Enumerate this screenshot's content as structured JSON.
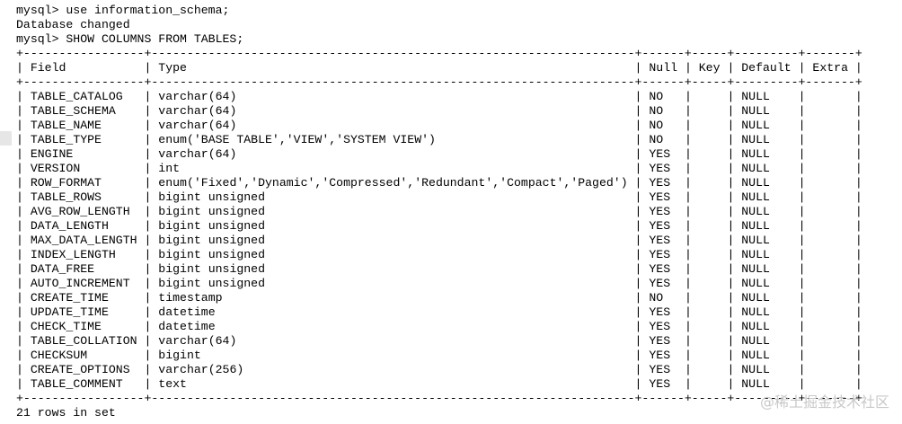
{
  "console": {
    "commands": [
      "mysql> use information_schema;",
      "Database changed",
      "mysql> SHOW COLUMNS FROM TABLES;"
    ],
    "footer": "21 rows in set"
  },
  "table": {
    "columns": [
      "Field",
      "Type",
      "Null",
      "Key",
      "Default",
      "Extra"
    ],
    "rows": [
      [
        "TABLE_CATALOG",
        "varchar(64)",
        "NO",
        "",
        "NULL",
        ""
      ],
      [
        "TABLE_SCHEMA",
        "varchar(64)",
        "NO",
        "",
        "NULL",
        ""
      ],
      [
        "TABLE_NAME",
        "varchar(64)",
        "NO",
        "",
        "NULL",
        ""
      ],
      [
        "TABLE_TYPE",
        "enum('BASE TABLE','VIEW','SYSTEM VIEW')",
        "NO",
        "",
        "NULL",
        ""
      ],
      [
        "ENGINE",
        "varchar(64)",
        "YES",
        "",
        "NULL",
        ""
      ],
      [
        "VERSION",
        "int",
        "YES",
        "",
        "NULL",
        ""
      ],
      [
        "ROW_FORMAT",
        "enum('Fixed','Dynamic','Compressed','Redundant','Compact','Paged')",
        "YES",
        "",
        "NULL",
        ""
      ],
      [
        "TABLE_ROWS",
        "bigint unsigned",
        "YES",
        "",
        "NULL",
        ""
      ],
      [
        "AVG_ROW_LENGTH",
        "bigint unsigned",
        "YES",
        "",
        "NULL",
        ""
      ],
      [
        "DATA_LENGTH",
        "bigint unsigned",
        "YES",
        "",
        "NULL",
        ""
      ],
      [
        "MAX_DATA_LENGTH",
        "bigint unsigned",
        "YES",
        "",
        "NULL",
        ""
      ],
      [
        "INDEX_LENGTH",
        "bigint unsigned",
        "YES",
        "",
        "NULL",
        ""
      ],
      [
        "DATA_FREE",
        "bigint unsigned",
        "YES",
        "",
        "NULL",
        ""
      ],
      [
        "AUTO_INCREMENT",
        "bigint unsigned",
        "YES",
        "",
        "NULL",
        ""
      ],
      [
        "CREATE_TIME",
        "timestamp",
        "NO",
        "",
        "NULL",
        ""
      ],
      [
        "UPDATE_TIME",
        "datetime",
        "YES",
        "",
        "NULL",
        ""
      ],
      [
        "CHECK_TIME",
        "datetime",
        "YES",
        "",
        "NULL",
        ""
      ],
      [
        "TABLE_COLLATION",
        "varchar(64)",
        "YES",
        "",
        "NULL",
        ""
      ],
      [
        "CHECKSUM",
        "bigint",
        "YES",
        "",
        "NULL",
        ""
      ],
      [
        "CREATE_OPTIONS",
        "varchar(256)",
        "YES",
        "",
        "NULL",
        ""
      ],
      [
        "TABLE_COMMENT",
        "text",
        "YES",
        "",
        "NULL",
        ""
      ]
    ]
  },
  "watermark": "@稀土掘金技术社区"
}
